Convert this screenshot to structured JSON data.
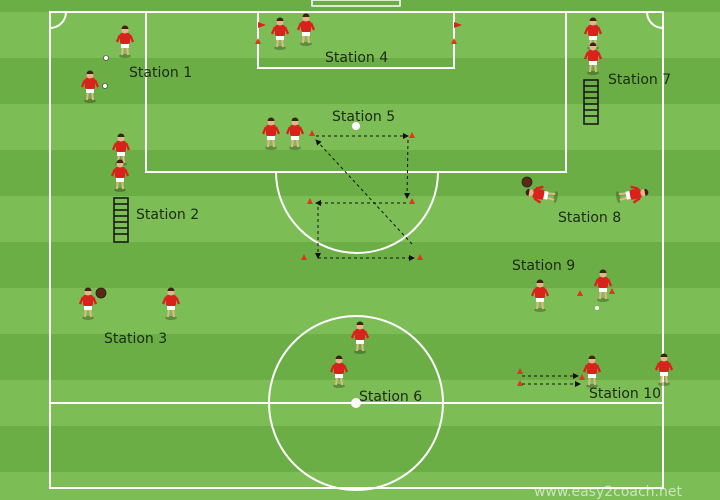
{
  "stations": [
    {
      "label": "Station 1"
    },
    {
      "label": "Station 2"
    },
    {
      "label": "Station 3"
    },
    {
      "label": "Station 4"
    },
    {
      "label": "Station 5"
    },
    {
      "label": "Station 6"
    },
    {
      "label": "Station 7"
    },
    {
      "label": "Station 8"
    },
    {
      "label": "Station 9"
    },
    {
      "label": "Station 10"
    }
  ],
  "watermark": "www.easy2coach.net",
  "colors": {
    "grass_light": "#7dbd55",
    "grass_dark": "#6aae45",
    "lines": "#ffffff",
    "jersey": "#d8231c",
    "shorts": "#ffffff",
    "skin": "#e9b48c",
    "cone": "#e8321c",
    "ladder": "#111111",
    "text": "#1d2a16"
  }
}
